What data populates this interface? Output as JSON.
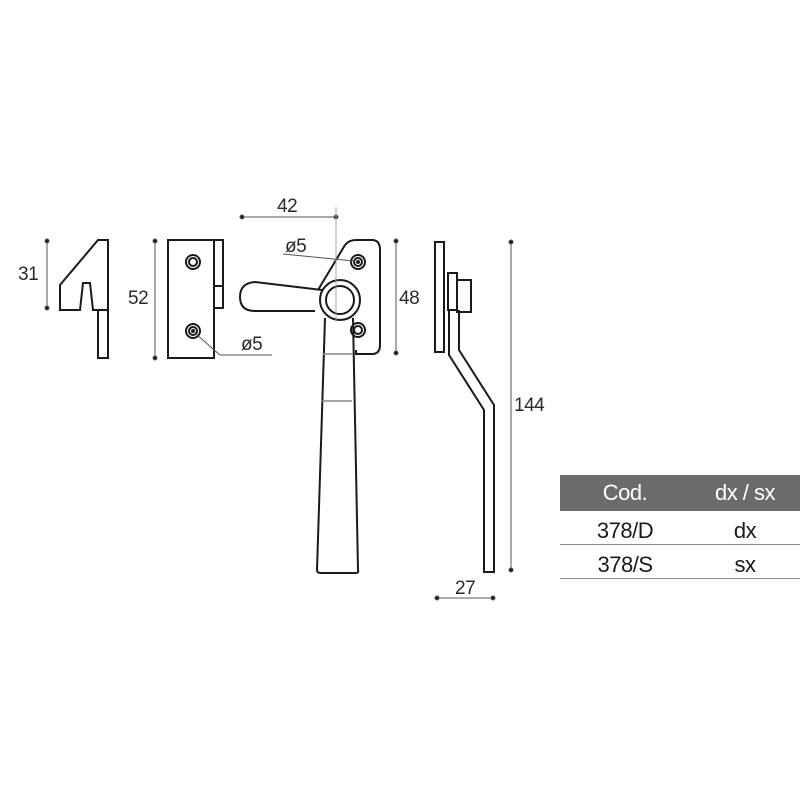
{
  "drawing": {
    "dimensions": {
      "hook_height": "31",
      "keeper_height": "52",
      "keeper_hole_diameter": "ø5",
      "handle_reach": "42",
      "plate_hole_diameter": "ø5",
      "plate_height": "48",
      "total_height": "144",
      "side_depth": "27"
    },
    "colors": {
      "line": "#1a1a1a",
      "dimension_line": "#555555",
      "table_header_bg": "#6b6b6b",
      "table_header_text": "#ffffff"
    }
  },
  "table": {
    "headers": [
      "Cod.",
      "dx / sx"
    ],
    "rows": [
      [
        "378/D",
        "dx"
      ],
      [
        "378/S",
        "sx"
      ]
    ]
  }
}
